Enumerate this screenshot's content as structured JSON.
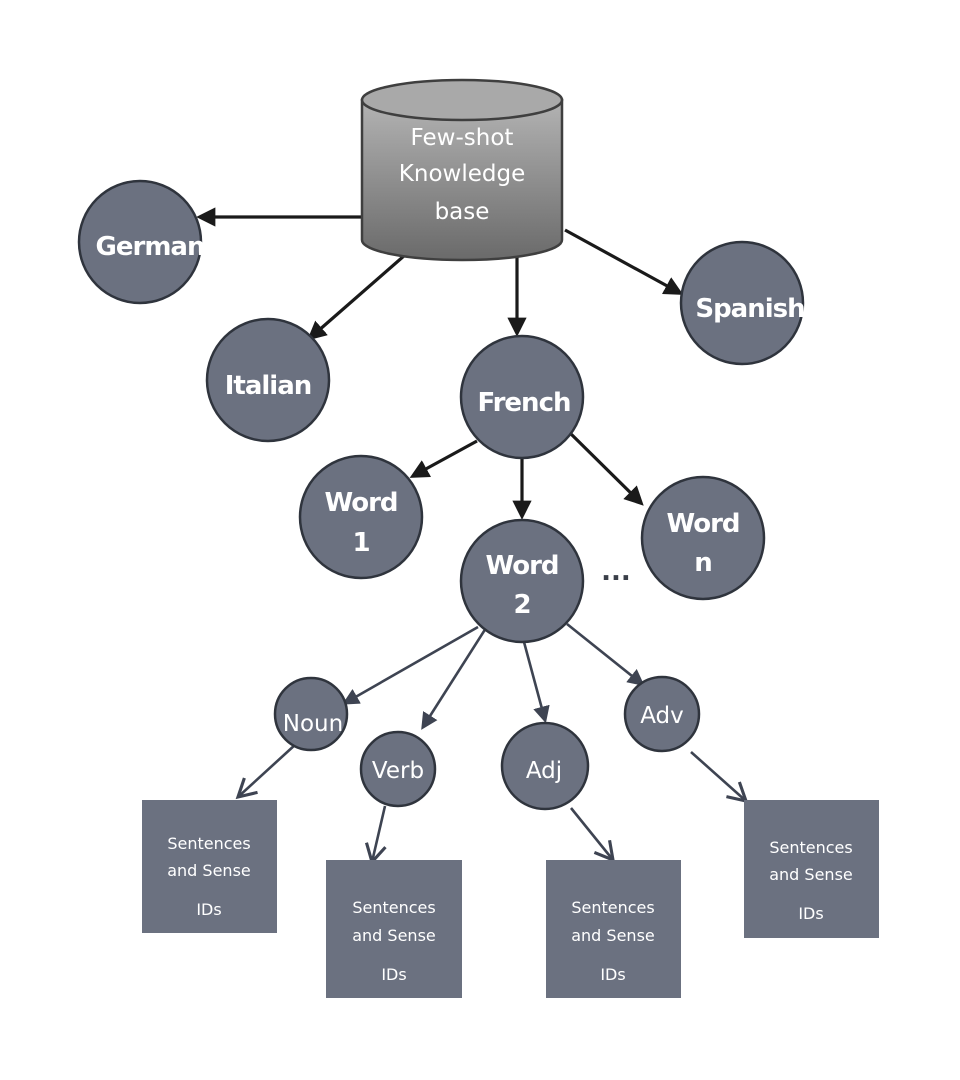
{
  "knowledge_base": {
    "lines": [
      "Few-shot",
      "Knowledge",
      "base"
    ]
  },
  "languages": {
    "german": "German",
    "italian": "Italian",
    "french": "French",
    "spanish": "Spanish"
  },
  "words": {
    "word1": [
      "Word",
      "1"
    ],
    "word2": [
      "Word",
      "2"
    ],
    "wordn": [
      "Word",
      "n"
    ],
    "ellipsis": "..."
  },
  "pos": {
    "noun": "Noun",
    "verb": "Verb",
    "adj": "Adj",
    "adv": "Adv"
  },
  "boxes": {
    "line1": "Sentences",
    "line2": "and Sense",
    "line3": "IDs"
  },
  "colors": {
    "node_fill": "#6b7180",
    "node_stroke": "#2f343d",
    "cylinder_top": "#a6a6a6",
    "cylinder_bottom": "#6e6e6e",
    "arrow_dark": "#1a1a1a",
    "arrow_grey": "#3e4452"
  }
}
